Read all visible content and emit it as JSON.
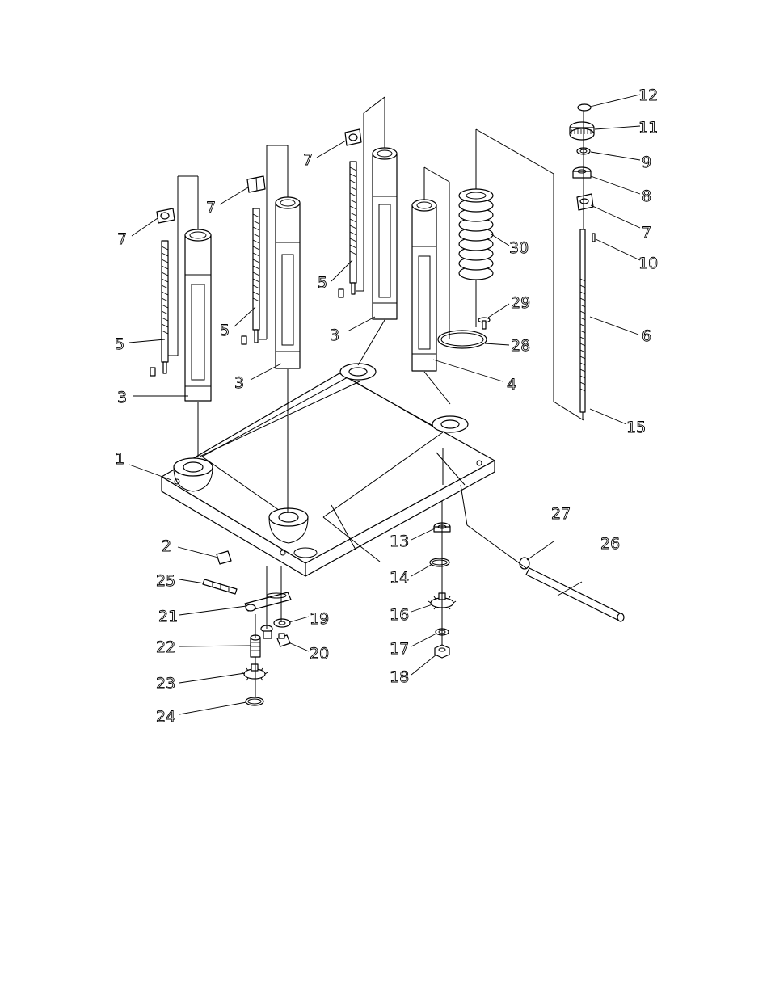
{
  "labels": {
    "p1": "1",
    "p2": "2",
    "p3a": "3",
    "p3b": "3",
    "p3c": "3",
    "p4": "4",
    "p5a": "5",
    "p5b": "5",
    "p5c": "5",
    "p6": "6",
    "p7a": "7",
    "p7b": "7",
    "p7c": "7",
    "p7d": "7",
    "p8": "8",
    "p9": "9",
    "p10": "10",
    "p11": "11",
    "p12": "12",
    "p13": "13",
    "p14": "14",
    "p15": "15",
    "p16": "16",
    "p17": "17",
    "p18": "18",
    "p19": "19",
    "p20": "20",
    "p21": "21",
    "p22": "22",
    "p23": "23",
    "p24": "24",
    "p25": "25",
    "p26": "26",
    "p27": "27",
    "p28": "28",
    "p29": "29",
    "p30": "30"
  }
}
